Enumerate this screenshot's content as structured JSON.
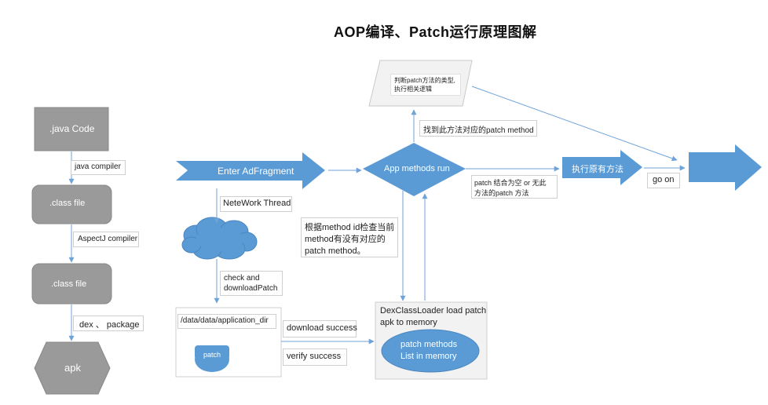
{
  "title": "AOP编译、Patch运行原理图解",
  "left_column": {
    "java_code": ".java Code",
    "java_compiler": "java compiler",
    "class_file_1": ".class file",
    "aspectj_compiler": "AspectJ compiler",
    "class_file_2": ".class file",
    "dex_package": "dex 、 package",
    "apk": "apk"
  },
  "flow": {
    "enter_adfragment": "Enter AdFragment",
    "network_thread": "NeteWork Thread",
    "check_download_1": "check and",
    "check_download_2": "downloadPatch",
    "data_dir": "/data/data/application_dir",
    "patch": "patch",
    "download_success": "download success",
    "verify_success": "verify success",
    "dexclassloader_1": "DexClassLoader load patch",
    "dexclassloader_2": "apk to memory",
    "patch_methods_1": "patch methods",
    "patch_methods_2": "List in memory",
    "check_method_id_1": "根据method id检查当前",
    "check_method_id_2": "method有没有对应的",
    "check_method_id_3": "patch method。",
    "app_methods_run": "App methods run",
    "find_patch_method": "找到此方法对应的patch method",
    "judge_type_1": "判断patch方法的类型,",
    "judge_type_2": "执行相关逻辑",
    "patch_null_1": "patch 结合为空 or 无此",
    "patch_null_2": "方法的patch 方法",
    "exec_original": "执行原有方法",
    "go_on": "go on"
  },
  "colors": {
    "arrow_blue": "#5b9bd5",
    "line_blue": "#6fa3d8",
    "gray_shape": "#9a9a9a",
    "light_fill": "#f2f2f2"
  }
}
